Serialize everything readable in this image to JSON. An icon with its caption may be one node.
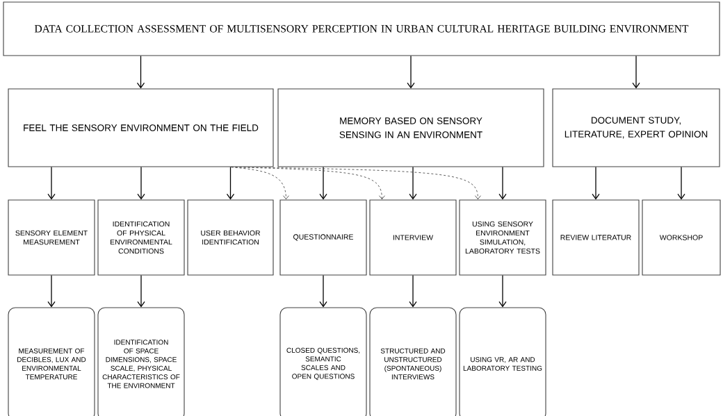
{
  "diagram": {
    "nodes": [
      {
        "text": [
          "DATA COLLECTION ASSESSMENT OF MULTISENSORY PERCEPTION IN URBAN CULTURAL HERITAGE BUILDING ENVIRONMENT"
        ]
      },
      {
        "text": [
          "FEEL THE SENSORY ENVIRONMENT ON THE FIELD"
        ]
      },
      {
        "text": [
          "MEMORY BASED ON SENSORY SENSING IN AN ENVIRONMENT"
        ]
      },
      {
        "text": [
          "DOCUMENT STUDY, LITERATURE, EXPERT OPINION"
        ]
      },
      {
        "text": [
          "SENSORY ELEMENT MEASUREMENT"
        ]
      },
      {
        "text": [
          "IDENTIFICATION OF PHYSICAL ENVIRONMENTAL CONDITIONS"
        ]
      },
      {
        "text": [
          "USER BEHAVIOR IDENTIFICATION"
        ]
      },
      {
        "text": [
          "QUESTIONNAIRE"
        ]
      },
      {
        "text": [
          "INTERVIEW"
        ]
      },
      {
        "text": [
          "USING SENSORY ENVIRONMENT SIMULATION, LABORATORY TESTS"
        ]
      },
      {
        "text": [
          "REVIEW LITERATUR"
        ]
      },
      {
        "text": [
          "WORKSHOP"
        ]
      },
      {
        "text": [
          "MEASUREMENT OF DECIBLES, LUX AND ENVIRONMENTAL TEMPERATURE"
        ]
      },
      {
        "text": [
          "IDENTIFICATION OF SPACE DIMENSIONS, SPACE SCALE, PHYSICAL CHARACTERISTICS OF THE ENVIRONMENT"
        ]
      },
      {
        "text": [
          "CLOSED QUESTIONS, SEMANTIC SCALES AND OPEN QUESTIONS"
        ]
      },
      {
        "text": [
          "STRUCTURED AND UNSTRUCTURED (SPONTANEOUS) INTERVIEWS"
        ]
      },
      {
        "text": [
          "USING VR, AR AND LABORATORY TESTING"
        ]
      }
    ],
    "edges": [
      {
        "from": 0,
        "to": 1,
        "arrow": "to"
      },
      {
        "from": 0,
        "to": 2,
        "arrow": "to"
      },
      {
        "from": 0,
        "to": 3,
        "arrow": "to"
      },
      {
        "from": 1,
        "to": 4,
        "arrow": "to"
      },
      {
        "from": 1,
        "to": 5,
        "arrow": "to"
      },
      {
        "from": 1,
        "to": 6,
        "arrow": "to"
      },
      {
        "from": 2,
        "to": 7,
        "arrow": "to"
      },
      {
        "from": 2,
        "to": 8,
        "arrow": "to"
      },
      {
        "from": 2,
        "to": 9,
        "arrow": "to"
      },
      {
        "from": 3,
        "to": 10,
        "arrow": "to"
      },
      {
        "from": 3,
        "to": 11,
        "arrow": "to"
      },
      {
        "from": 1,
        "to": 7,
        "arrow": "to",
        "style": "dashed"
      },
      {
        "from": 1,
        "to": 8,
        "arrow": "to",
        "style": "dashed"
      },
      {
        "from": 1,
        "to": 9,
        "arrow": "to",
        "style": "dashed"
      },
      {
        "from": 4,
        "to": 12,
        "arrow": "to"
      },
      {
        "from": 5,
        "to": 13,
        "arrow": "to"
      },
      {
        "from": 7,
        "to": 14,
        "arrow": "to"
      },
      {
        "from": 8,
        "to": 15,
        "arrow": "to"
      },
      {
        "from": 9,
        "to": 16,
        "arrow": "to"
      }
    ]
  }
}
